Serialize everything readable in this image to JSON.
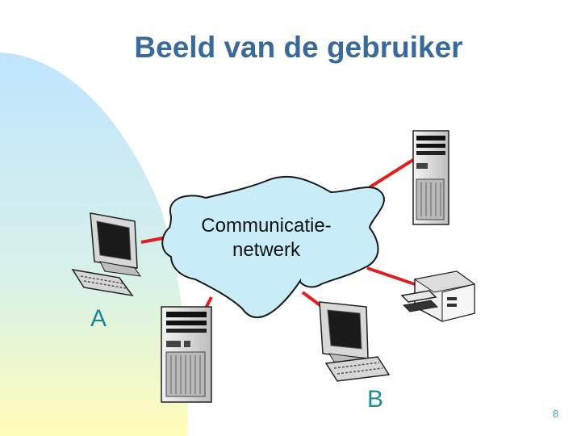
{
  "slide": {
    "title": "Beeld van de gebruiker",
    "network_label_line1": "Communicatie-",
    "network_label_line2": "netwerk",
    "label_a": "A",
    "label_b": "B",
    "page_number": "8"
  },
  "colors": {
    "title": "#3a6a9a",
    "link_lines": "#e02020",
    "cloud_fill": "#c8ecf8",
    "cloud_stroke": "#1a1a1a",
    "labels": "#1a8a9a"
  },
  "icons": [
    "desktop-computer-icon",
    "tower-server-icon",
    "printer-icon"
  ]
}
